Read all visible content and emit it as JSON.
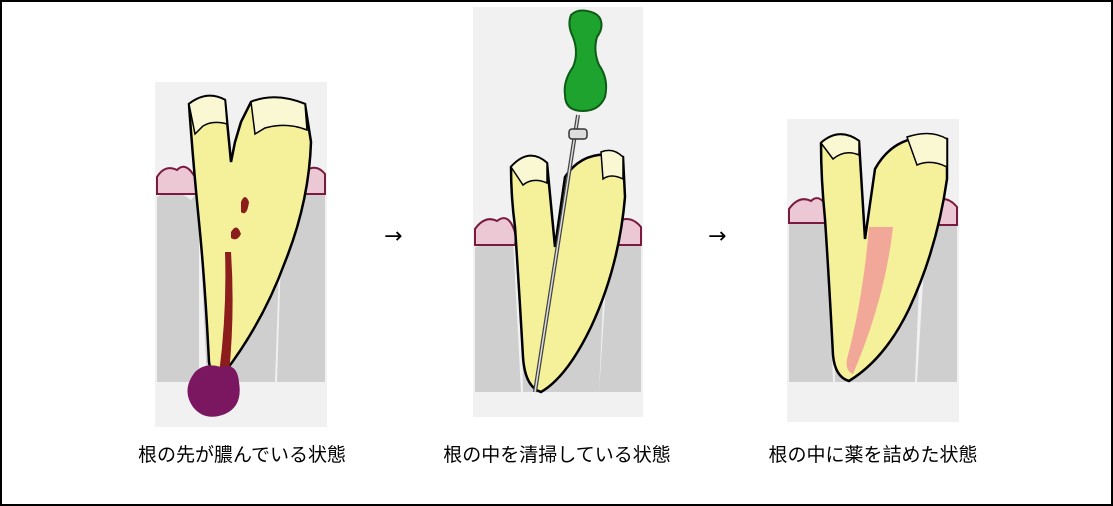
{
  "diagram": {
    "arrows": [
      "→",
      "→"
    ],
    "captions": [
      "根の先が膿んでいる状態",
      "根の中を清掃している状態",
      "根の中に薬を詰めた状態"
    ]
  },
  "colors": {
    "bone": "#cfcfcf",
    "background_panel": "#f1f1f1",
    "gum": "#ecc8d4",
    "tooth_root": "#f5f09a",
    "tooth_crown": "#f9f8d2",
    "pus_abscess": "#7a1760",
    "infected_canal": "#8c1d1d",
    "file_handle": "#1ea32e",
    "root_filling": "#f2a898"
  }
}
